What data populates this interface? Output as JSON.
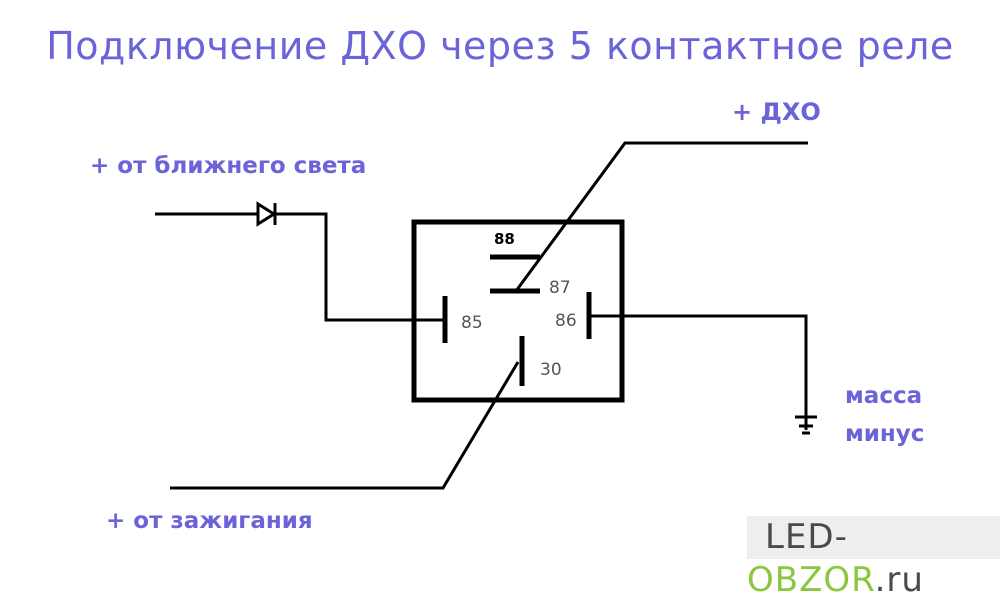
{
  "title": "Подключение ДХО через 5 контактное реле",
  "labels": {
    "drl_plus": "+ ДХО",
    "low_beam_plus": "+ от ближнего света",
    "ignition_plus": "+ от зажигания",
    "ground": "масса",
    "minus": "минус"
  },
  "pins": {
    "p88": "88",
    "p87": "87",
    "p85": "85",
    "p86": "86",
    "p30": "30"
  },
  "watermark": {
    "part1": "LED-",
    "part2": "OBZOR",
    "part3": ".ru"
  },
  "colors": {
    "label": "#6b63d8",
    "watermark_dark": "#4a4a4a",
    "watermark_green": "#8cc63f"
  }
}
